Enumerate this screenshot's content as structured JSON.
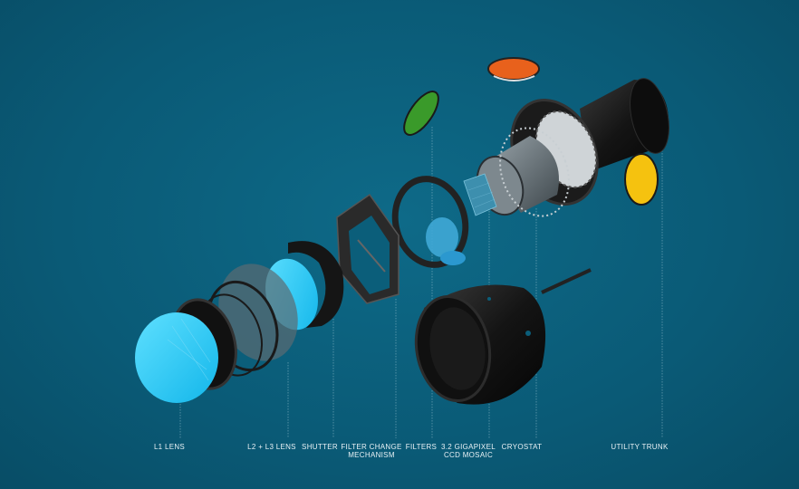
{
  "labels": {
    "l1_lens": "L1 LENS",
    "l2_l3_lens": "L2 + L3 LENS",
    "shutter": "SHUTTER",
    "filter_change_line1": "FILTER CHANGE",
    "filter_change_line2": "MECHANISM",
    "filters": "FILTERS",
    "ccd_line1": "3.2 GIGAPIXEL",
    "ccd_line2": "CCD MOSAIC",
    "cryostat": "CRYOSTAT",
    "utility_trunk": "UTILITY TRUNK"
  },
  "colors": {
    "background": "#0b5e7a",
    "lens_cyan": "#1ec8f5",
    "filter_green": "#3a9a2a",
    "filter_orange": "#e8611c",
    "filter_yellow": "#f5c20f",
    "body_black": "#151515"
  }
}
